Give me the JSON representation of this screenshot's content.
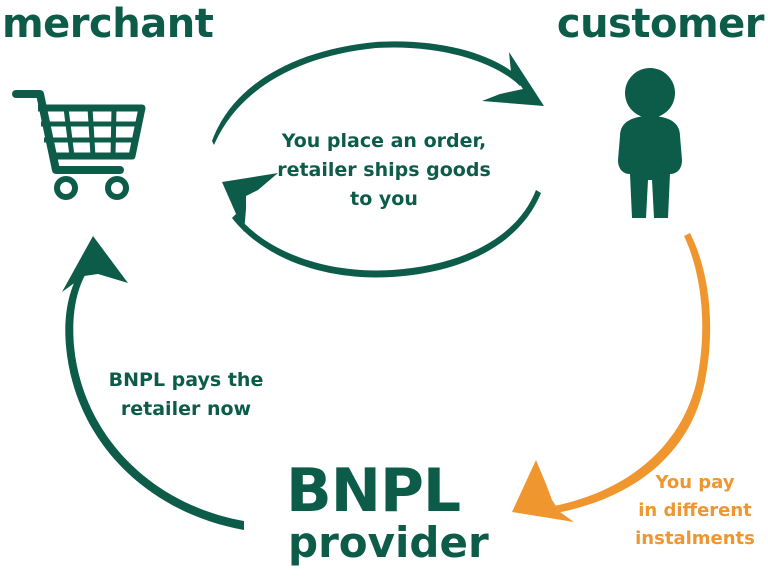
{
  "colors": {
    "primary": "#0d5c4a",
    "accent": "#f0962f",
    "background": "#ffffff"
  },
  "nodes": {
    "merchant": {
      "label": "merchant",
      "icon": "shopping-cart-icon"
    },
    "customer": {
      "label": "customer",
      "icon": "person-icon"
    },
    "provider": {
      "line1": "BNPL",
      "line2": "provider"
    }
  },
  "flows": {
    "order": {
      "lines": [
        "You place an order,",
        "retailer ships goods",
        "to you"
      ]
    },
    "payout": {
      "lines": [
        "BNPL pays the",
        "retailer now"
      ]
    },
    "instalments": {
      "lines": [
        "You pay",
        "in different",
        "instalments"
      ]
    }
  }
}
